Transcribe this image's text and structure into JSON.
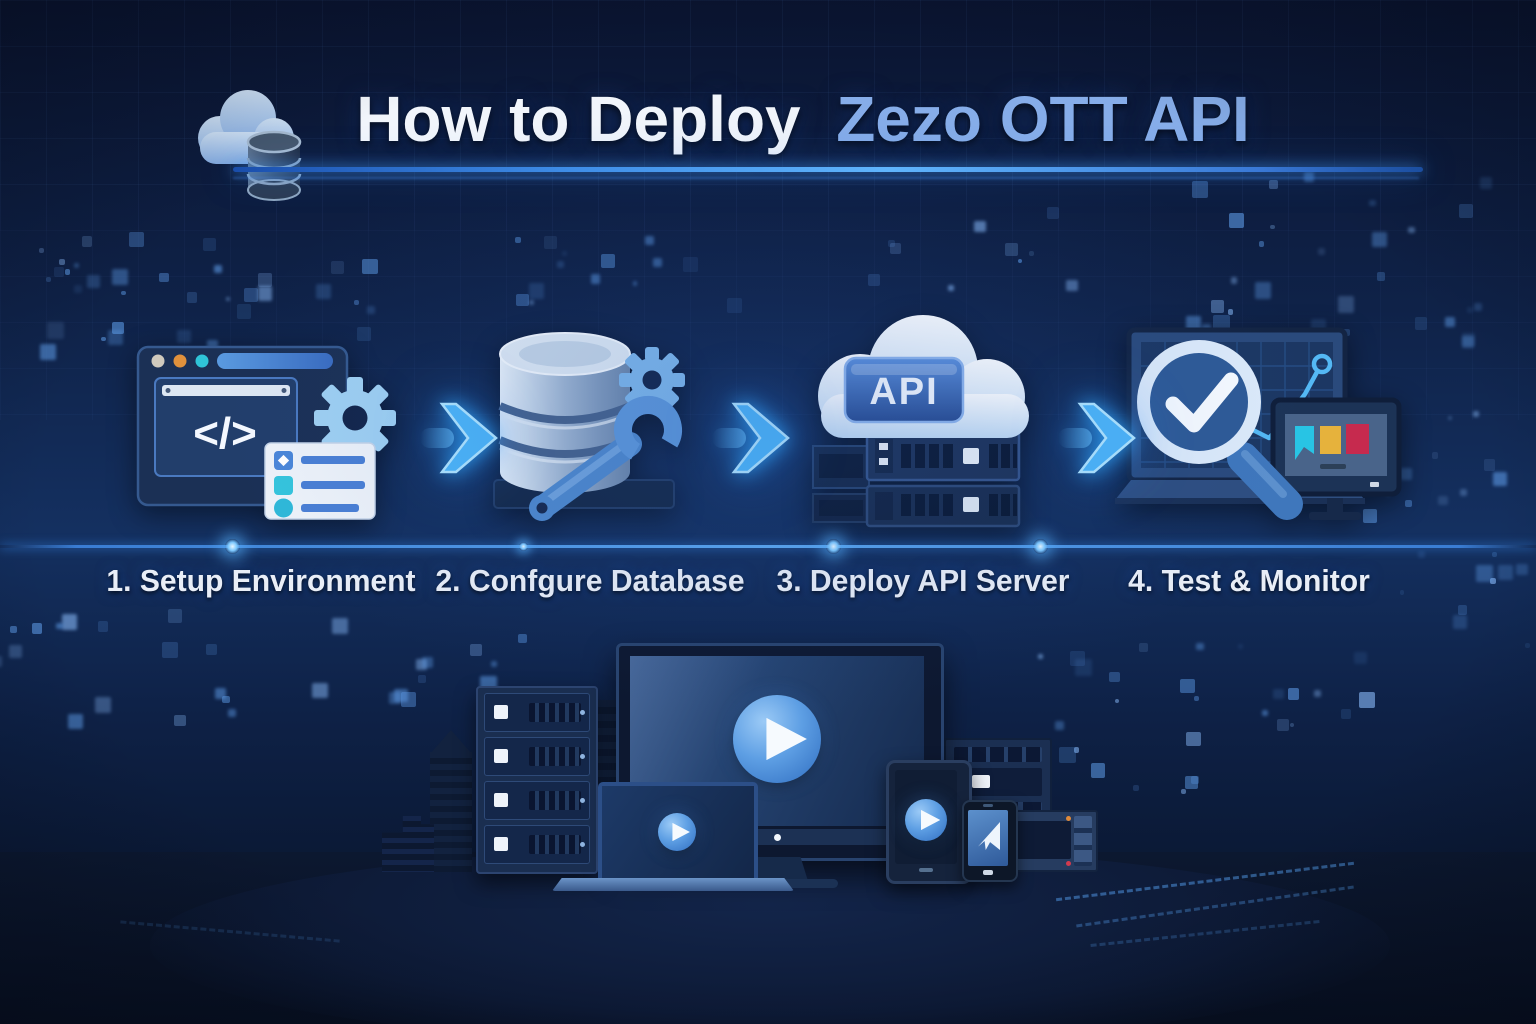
{
  "header": {
    "logo_icon": "cloud-database-icon",
    "title_white": "How to Deploy",
    "title_blue": "Zezo OTT API"
  },
  "steps": [
    {
      "label": "1. Setup Environment",
      "icon": "code-window-gear-checklist-icon"
    },
    {
      "label": "2. Confgure Database",
      "icon": "database-wrench-gear-icon"
    },
    {
      "label": "3. Deploy API Server",
      "icon": "cloud-api-servers-icon",
      "badge": "API"
    },
    {
      "label": "4. Test & Monitor",
      "icon": "laptop-chart-magnifier-icon"
    }
  ],
  "glyphs": {
    "code": "</>"
  },
  "icons": {
    "flow_arrow": "flow-arrow-icon",
    "play": "play-button-icon",
    "bottom_devices": [
      "city-buildings-icon",
      "server-rack-icon",
      "tv-screen-icon",
      "laptop-icon",
      "tablet-icon",
      "smartphone-icon",
      "nas-server-icon",
      "media-box-icon"
    ]
  },
  "colors": {
    "background": "#0f2248",
    "accent_glow": "#4db8ff",
    "title_white": "#f1f5fb",
    "title_blue": "#86ade9",
    "label_text": "#e9eef7",
    "play_button": "#4a8fdf",
    "teal": "#2ec8e8",
    "amber": "#e6b23c",
    "crimson": "#c62a4e"
  }
}
